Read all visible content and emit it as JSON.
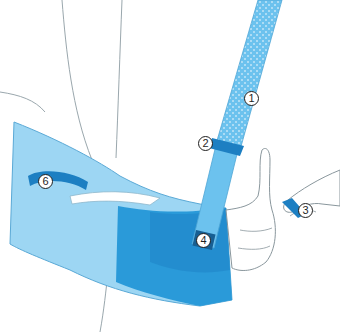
{
  "diagram": {
    "labels": [
      "1",
      "2",
      "6",
      "3",
      "4"
    ]
  }
}
